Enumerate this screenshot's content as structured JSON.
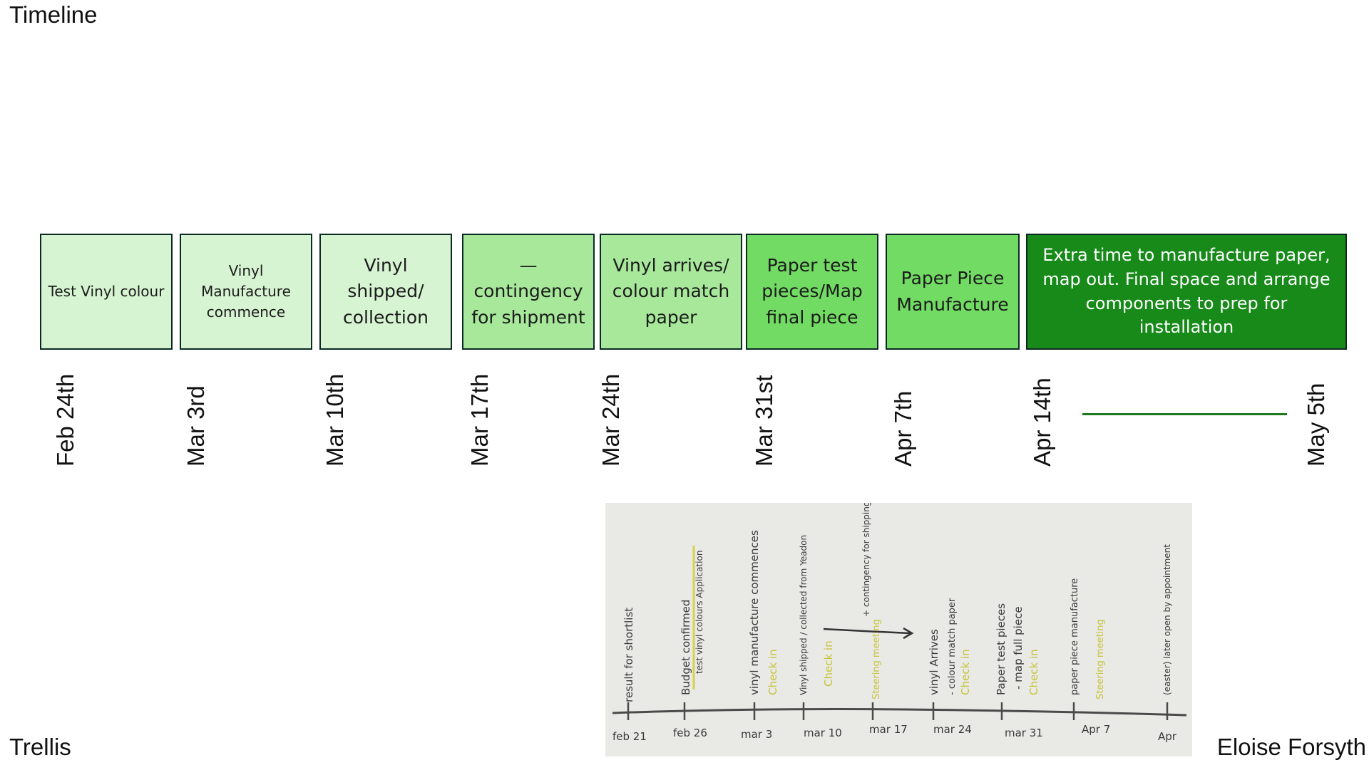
{
  "header": {
    "title": "Timeline"
  },
  "footer": {
    "left": "Trellis",
    "right": "Eloise Forsyth"
  },
  "phases": [
    {
      "label": "Test Vinyl colour"
    },
    {
      "label": "Vinyl Manufacture commence"
    },
    {
      "label": "Vinyl shipped/ collection"
    },
    {
      "label": "— contingency for shipment"
    },
    {
      "label": "Vinyl arrives/ colour match paper"
    },
    {
      "label": "Paper test pieces/Map final piece"
    },
    {
      "label": "Paper Piece Manufacture"
    },
    {
      "label": "Extra time to manufacture paper, map out. Final space and arrange components to prep for installation"
    }
  ],
  "dates": [
    "Feb 24th",
    "Mar 3rd",
    "Mar 10th",
    "Mar 17th",
    "Mar 24th",
    "Mar 31st",
    "Apr 7th",
    "Apr  14th",
    "May 5th"
  ],
  "sketch": {
    "ticks": [
      "feb 21",
      "feb 26",
      "mar 3",
      "mar 10",
      "mar 17",
      "mar 24",
      "mar 31",
      "Apr 7",
      "Apr"
    ],
    "notes": [
      "result for shortlist",
      "Budget confirmed",
      "test vinyl colours Application",
      "vinyl manufacture commences",
      "Check in",
      "Vinyl shipped / collected from Yeadon",
      "Check in",
      "+ contingency for shipping",
      "Steering meeting",
      "vinyl Arrives",
      "- colour match paper",
      "Check in",
      "Paper test pieces",
      "- map full piece",
      "Check in",
      "paper piece manufacture",
      "Steering meeting",
      "(easter) later open by appointment"
    ]
  },
  "colors": {
    "light": "#d7f4d2",
    "mid": "#a7e89b",
    "bright": "#72db63",
    "dark": "#178a19",
    "border": "#0c2a24"
  }
}
